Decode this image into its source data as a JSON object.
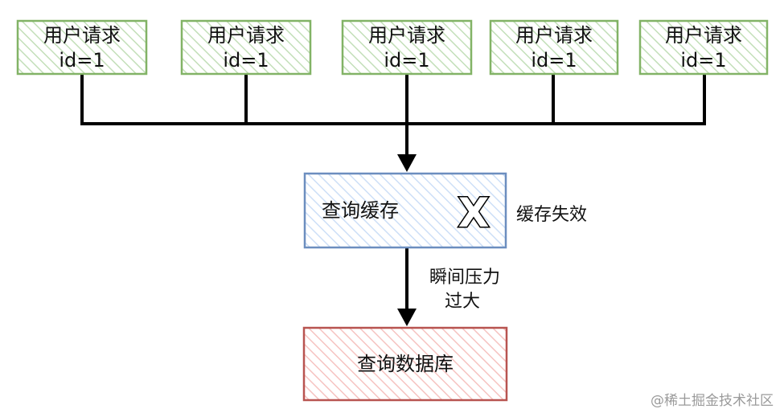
{
  "requests": [
    {
      "title": "用户请求",
      "param": "id=1"
    },
    {
      "title": "用户请求",
      "param": "id=1"
    },
    {
      "title": "用户请求",
      "param": "id=1"
    },
    {
      "title": "用户请求",
      "param": "id=1"
    },
    {
      "title": "用户请求",
      "param": "id=1"
    }
  ],
  "cache": {
    "label": "查询缓存",
    "mark": "X",
    "note": "缓存失效"
  },
  "edge_label": {
    "line1": "瞬间压力",
    "line2": "过大"
  },
  "database": {
    "label": "查询数据库"
  },
  "watermark": "@稀土掘金技术社区",
  "colors": {
    "request_border": "#82b366",
    "request_fill": "#d5e8d4",
    "cache_border": "#6c8ebf",
    "cache_fill": "#dae8fc",
    "db_border": "#b85450",
    "db_fill": "#f8cecc",
    "line": "#000000"
  }
}
